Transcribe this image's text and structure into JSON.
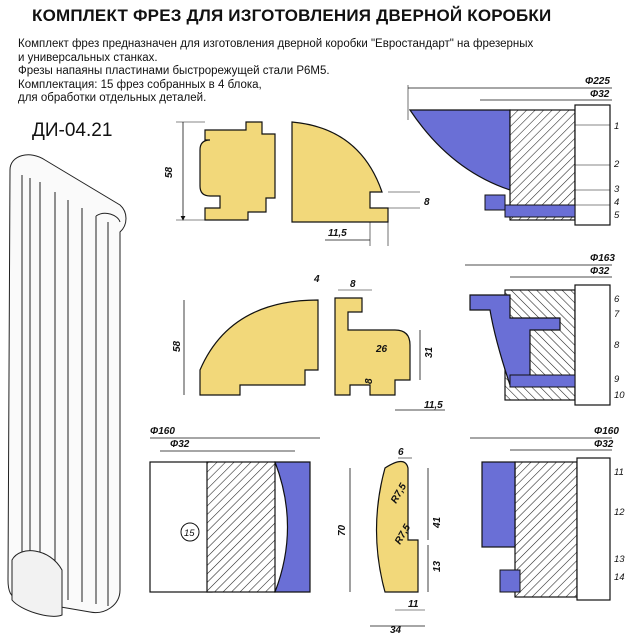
{
  "title": "КОМПЛЕКТ ФРЕЗ ДЛЯ ИЗГОТОВЛЕНИЯ ДВЕРНОЙ КОРОБКИ",
  "description": [
    "Комплект фрез предназначен для изготовления дверной коробки \"Евростандарт\" на фрезерных",
    "и универсальных станках.",
    "Фрезы напаяны пластинами быстрорежущей стали Р6М5.",
    "Комплектация: 15 фрез собранных в 4 блока,",
    "для обработки отдельных деталей."
  ],
  "product_code": "ДИ-04.21",
  "profile1": {
    "height": "58",
    "groove_depth": "8",
    "offset": "11,5"
  },
  "profile2": {
    "height": "58",
    "gap": "4",
    "width": "8",
    "depth": "26",
    "side": "31",
    "groove": "8",
    "offset": "11,5"
  },
  "profile3": {
    "diameter": "Φ160",
    "bore": "Φ32",
    "cutter_number": "15"
  },
  "profile4": {
    "width": "6",
    "radius_top": "R7,5",
    "radius_bottom": "R7,5",
    "height": "70",
    "mid": "41",
    "low": "13",
    "base": "11",
    "total": "34"
  },
  "block1": {
    "diameter": "Φ225",
    "bore": "Φ32",
    "cutters": [
      "1",
      "2",
      "3",
      "4",
      "5"
    ]
  },
  "block2": {
    "diameter": "Φ163",
    "bore": "Φ32",
    "cutters": [
      "6",
      "7",
      "8",
      "9",
      "10"
    ]
  },
  "block3": {
    "diameter": "Φ160",
    "bore": "Φ32",
    "cutters": [
      "11",
      "12",
      "13",
      "14"
    ]
  },
  "colors": {
    "wood": "#F2D87A",
    "cutter": "#6A6FD6",
    "line": "#111111"
  }
}
